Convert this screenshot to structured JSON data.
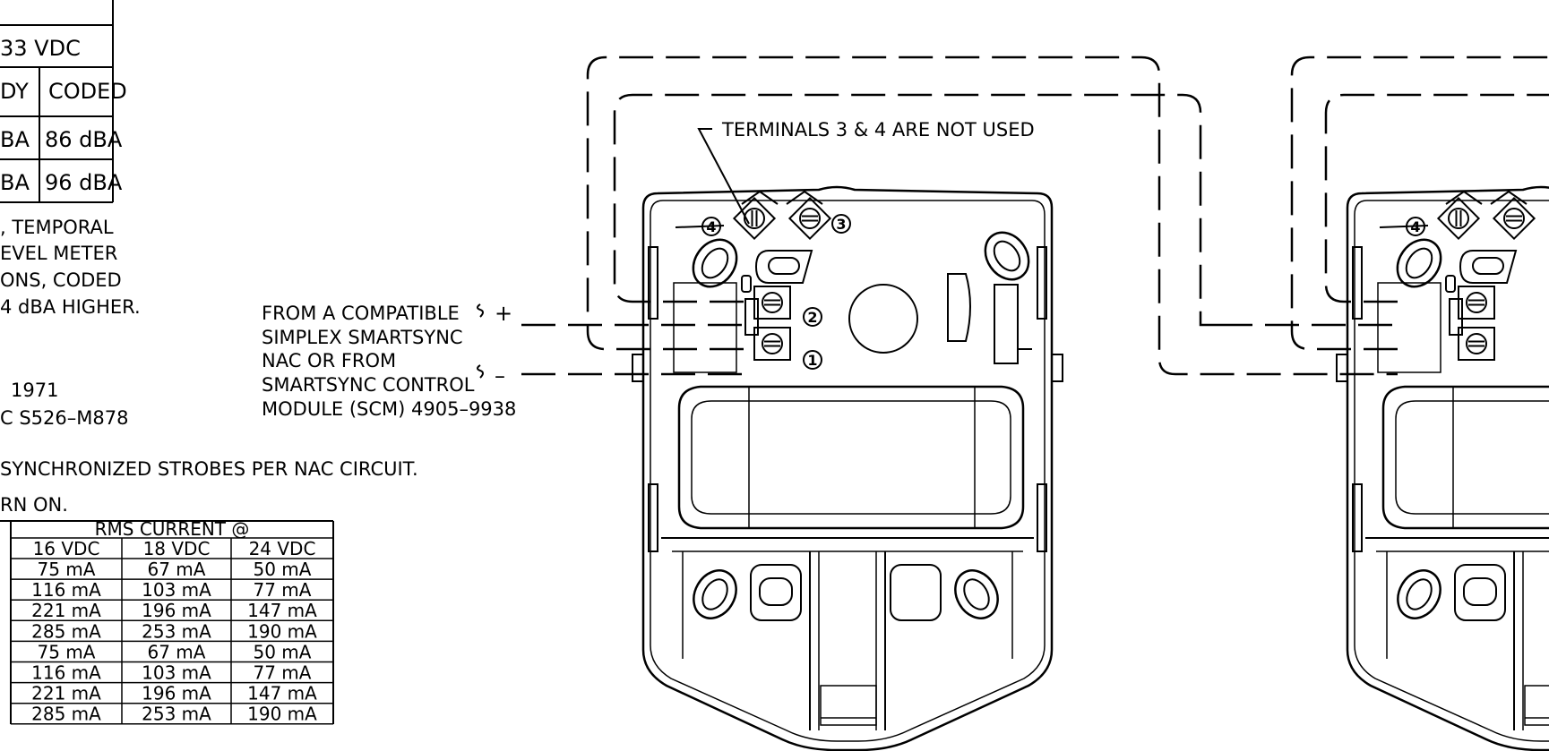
{
  "spec_table": {
    "voltage_header": "33  VDC",
    "col_steady": "DY",
    "col_coded": "CODED",
    "row1_steady": "BA",
    "row1_coded": "86  dBA",
    "row2_steady": "BA",
    "row2_coded": "96  dBA"
  },
  "spec_notes": [
    ", TEMPORAL",
    "EVEL  METER",
    "ONS,  CODED",
    "4  dBA  HIGHER."
  ],
  "listing_lines": [
    "1971",
    "C  S526–M878"
  ],
  "note_sync": "SYNCHRONIZED  STROBES  PER  NAC  CIRCUIT.",
  "note_on": "RN  ON.",
  "current_table": {
    "header": "RMS  CURRENT  @",
    "columns": [
      "16  VDC",
      "18  VDC",
      "24  VDC"
    ],
    "rows": [
      [
        "75  mA",
        "67  mA",
        "50  mA"
      ],
      [
        "116  mA",
        "103  mA",
        "77  mA"
      ],
      [
        "221  mA",
        "196  mA",
        "147  mA"
      ],
      [
        "285  mA",
        "253  mA",
        "190  mA"
      ],
      [
        "75  mA",
        "67  mA",
        "50  mA"
      ],
      [
        "116  mA",
        "103  mA",
        "77  mA"
      ],
      [
        "221  mA",
        "196  mA",
        "147  mA"
      ],
      [
        "285  mA",
        "253  mA",
        "190  mA"
      ]
    ]
  },
  "source_label": [
    "FROM  A  COMPATIBLE",
    "SIMPLEX   SMARTSYNC",
    "NAC  OR  FROM",
    "SMARTSYNC  CONTROL",
    "MODULE  (SCM)  4905–9938"
  ],
  "polarity": {
    "plus": "+",
    "minus": "–"
  },
  "terminal_note": "TERMINALS  3  &  4  ARE  NOT  USED",
  "terminal_numbers": [
    "1",
    "2",
    "3",
    "4"
  ]
}
